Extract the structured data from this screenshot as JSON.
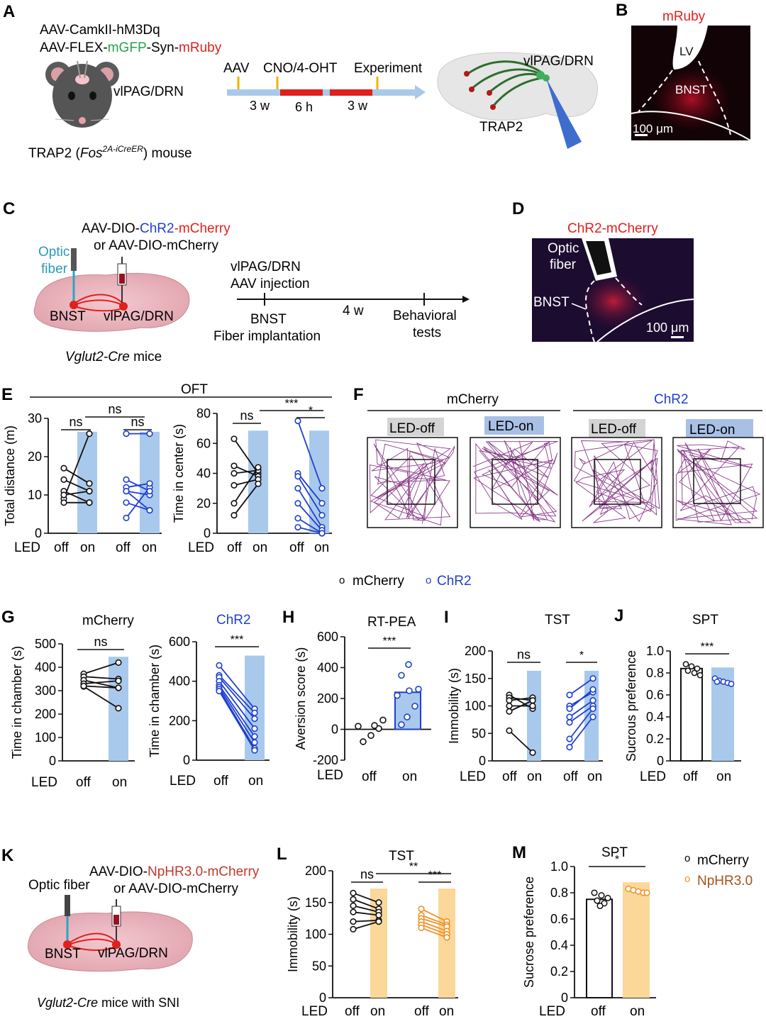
{
  "panel_labels": {
    "A": "A",
    "B": "B",
    "C": "C",
    "D": "D",
    "E": "E",
    "F": "F",
    "G": "G",
    "H": "H",
    "I": "I",
    "J": "J",
    "K": "K",
    "L": "L",
    "M": "M"
  },
  "colors": {
    "mcherry": "#111111",
    "chr2": "#1f3fd0",
    "nphr": "#f0922a",
    "led_blue": "#a9c9ec",
    "led_orange": "#fbd79a",
    "red": "#e0201e",
    "green": "#2aa04a",
    "teal": "#2a9bb7",
    "track": "#8a3d8a",
    "timeline": "#a9c9e8"
  },
  "panelA": {
    "virus1": "AAV-CamkII-hM3Dq",
    "virus2_a": "AAV-FLEX-",
    "virus2_b": "mGFP",
    "virus2_c": "-Syn-",
    "virus2_d": "mRuby",
    "region": "vlPAG/DRN",
    "mouse_a": "TRAP2 (",
    "mouse_b": "Fos",
    "mouse_sup": "2A-iCreER",
    "mouse_c": ") mouse",
    "timeline": {
      "aav": "AAV",
      "cno": "CNO/4-OHT",
      "exp": "Experiment",
      "w1": "3 w",
      "h6": "6 h",
      "w2": "3 w"
    },
    "brain_region": "vlPAG/DRN",
    "brain_label": "TRAP2"
  },
  "panelB": {
    "title": "mRuby",
    "lv": "LV",
    "bnst": "BNST",
    "scale": "100 μm"
  },
  "panelC": {
    "virus_a": "AAV-DIO-",
    "virus_b": "ChR2",
    "virus_c": "-",
    "virus_d": "mCherry",
    "virus_alt": "or AAV-DIO-mCherry",
    "fiber1": "Optic",
    "fiber2": "fiber",
    "bnst": "BNST",
    "region": "vlPAG/DRN",
    "mice_a": "Vglut2-Cre",
    "mice_b": " mice",
    "timeline": {
      "inj1": "vlPAG/DRN",
      "inj2": "AAV injection",
      "imp1": "BNST",
      "imp2": "Fiber implantation",
      "w": "4 w",
      "beh1": "Behavioral",
      "beh2": "tests"
    }
  },
  "panelD": {
    "title": "ChR2-mCherry",
    "fiber1": "Optic",
    "fiber2": "fiber",
    "bnst": "BNST",
    "scale": "100 μm"
  },
  "panelE": {
    "header": "OFT",
    "dist": {
      "ylabel": "Total distance (m)",
      "ticks": [
        "0",
        "10",
        "20",
        "30"
      ],
      "sig_left": "ns",
      "sig_right": "ns",
      "sig_between": "ns",
      "mcherry": [
        [
          9,
          26
        ],
        [
          14,
          11
        ],
        [
          17,
          13
        ],
        [
          11,
          8
        ],
        [
          10,
          11
        ],
        [
          8,
          8
        ]
      ],
      "chr2": [
        [
          4,
          12
        ],
        [
          8,
          6
        ],
        [
          11,
          6
        ],
        [
          12,
          13
        ],
        [
          11,
          10
        ],
        [
          14,
          11
        ],
        [
          26,
          26
        ]
      ]
    },
    "center": {
      "ylabel": "Time in center (s)",
      "ticks": [
        "0",
        "20",
        "40",
        "60",
        "80"
      ],
      "sig_left": "ns",
      "sig_right": "*",
      "sig_between": "***",
      "mcherry": [
        [
          63,
          40
        ],
        [
          45,
          38
        ],
        [
          40,
          42
        ],
        [
          32,
          36
        ],
        [
          20,
          44
        ],
        [
          12,
          33
        ]
      ],
      "chr2": [
        [
          75,
          30
        ],
        [
          40,
          20
        ],
        [
          38,
          12
        ],
        [
          30,
          4
        ],
        [
          20,
          2
        ],
        [
          10,
          0
        ],
        [
          4,
          0
        ]
      ]
    },
    "led": "LED",
    "off": "off",
    "on": "on"
  },
  "panelF": {
    "mcherry": "mCherry",
    "chr2": "ChR2",
    "off": "LED-off",
    "on": "LED-on"
  },
  "legend1": {
    "mcherry": "mCherry",
    "chr2": "ChR2",
    "mark": "o"
  },
  "panelG": {
    "left": {
      "title": "mCherry",
      "ylabel": "Time in chamber (s)",
      "ticks": [
        "0",
        "100",
        "200",
        "300",
        "400",
        "500"
      ],
      "sig": "ns",
      "pairs": [
        [
          372,
          420
        ],
        [
          360,
          350
        ],
        [
          345,
          312
        ],
        [
          330,
          342
        ],
        [
          318,
          225
        ],
        [
          320,
          312
        ]
      ]
    },
    "right": {
      "title": "ChR2",
      "ylabel": "Time in chamber (s)",
      "ticks": [
        "0",
        "200",
        "400",
        "600"
      ],
      "sig": "***",
      "pairs": [
        [
          480,
          260
        ],
        [
          430,
          240
        ],
        [
          420,
          210
        ],
        [
          400,
          160
        ],
        [
          380,
          120
        ],
        [
          370,
          90
        ],
        [
          360,
          60
        ],
        [
          350,
          50
        ]
      ]
    },
    "led": "LED",
    "off": "off",
    "on": "on"
  },
  "panelH": {
    "title": "RT-PEA",
    "ylabel": "Aversion score (s)",
    "ticks": [
      "-200",
      "0",
      "200",
      "400",
      "600"
    ],
    "sig": "***",
    "off_pts": [
      -80,
      -40,
      5,
      20,
      25,
      60
    ],
    "on_pts": [
      30,
      80,
      150,
      220,
      250,
      260,
      350,
      420
    ],
    "on_mean": 240,
    "led": "LED",
    "off": "off",
    "on": "on"
  },
  "panelI": {
    "title": "TST",
    "ylabel": "Immobility (s)",
    "ticks": [
      "0",
      "50",
      "100",
      "150",
      "200"
    ],
    "sig_left": "ns",
    "sig_right": "*",
    "mcherry": [
      [
        120,
        95
      ],
      [
        115,
        110
      ],
      [
        110,
        115
      ],
      [
        100,
        100
      ],
      [
        90,
        110
      ],
      [
        55,
        15
      ]
    ],
    "chr2": [
      [
        120,
        150
      ],
      [
        100,
        125
      ],
      [
        95,
        130
      ],
      [
        80,
        110
      ],
      [
        70,
        100
      ],
      [
        40,
        95
      ],
      [
        25,
        80
      ]
    ],
    "led": "LED",
    "off": "off",
    "on": "on"
  },
  "panelJ": {
    "title": "SPT",
    "ylabel": "Sucrous preference",
    "ticks": [
      "0",
      "0.2",
      "0.4",
      "0.6",
      "0.8",
      "1.0"
    ],
    "sig": "***",
    "off_pts": [
      0.88,
      0.86,
      0.84,
      0.82,
      0.8,
      0.78
    ],
    "on_pts": [
      0.75,
      0.73,
      0.72,
      0.71,
      0.7,
      0.72
    ],
    "off_mean": 0.84,
    "on_mean": 0.85,
    "led": "LED",
    "off": "off",
    "on": "on"
  },
  "panelK": {
    "virus_a": "AAV-DIO-",
    "virus_b": "NpHR3.0-mCherry",
    "virus_alt": "or AAV-DIO-mCherry",
    "fiber": "Optic fiber",
    "bnst": "BNST",
    "region": "vlPAG/DRN",
    "mice_a": "Vglut2-Cre",
    "mice_b": " mice with SNI"
  },
  "panelL": {
    "title": "TST",
    "ylabel": "Immobility (s)",
    "ticks": [
      "0",
      "50",
      "100",
      "150",
      "200"
    ],
    "sig_left": "ns",
    "sig_right": "***",
    "sig_between": "**",
    "mcherry": [
      [
        165,
        150
      ],
      [
        155,
        140
      ],
      [
        145,
        135
      ],
      [
        135,
        130
      ],
      [
        120,
        122
      ],
      [
        108,
        120
      ]
    ],
    "nphr": [
      [
        140,
        120
      ],
      [
        130,
        115
      ],
      [
        125,
        112
      ],
      [
        120,
        105
      ],
      [
        115,
        100
      ],
      [
        110,
        95
      ]
    ],
    "led": "LED",
    "off": "off",
    "on": "on"
  },
  "panelM": {
    "title": "SPT",
    "ylabel": "Sucrose preference",
    "ticks": [
      "0",
      "0.2",
      "0.4",
      "0.6",
      "0.8",
      "1.0"
    ],
    "sig": "*",
    "off_pts": [
      0.8,
      0.78,
      0.76,
      0.74,
      0.72,
      0.7
    ],
    "on_pts": [
      0.83,
      0.82,
      0.81,
      0.8,
      0.8
    ],
    "off_mean": 0.75,
    "on_mean": 0.88,
    "led": "LED",
    "off": "off",
    "on": "on"
  },
  "legend2": {
    "mcherry": "mCherry",
    "nphr": "NpHR3.0",
    "mark": "o"
  }
}
